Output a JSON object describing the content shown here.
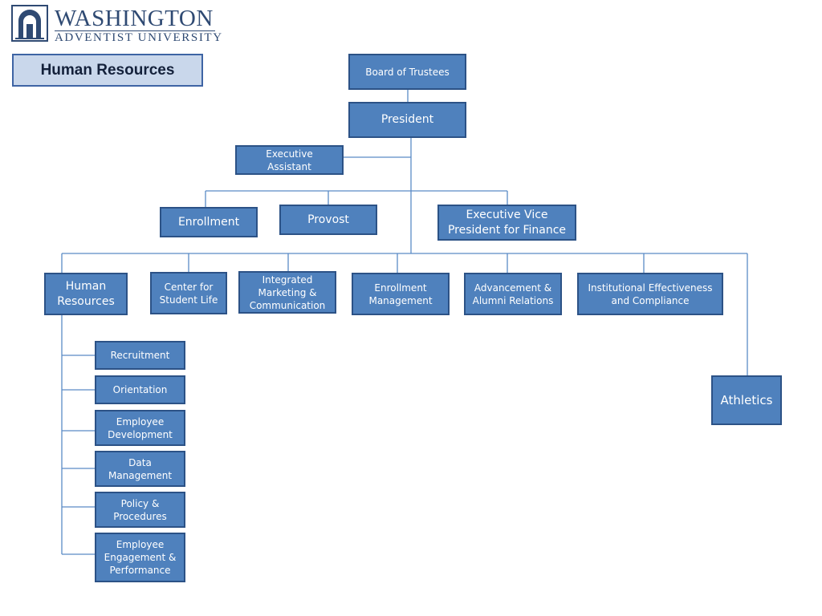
{
  "logo": {
    "line1": "WASHINGTON",
    "line2": "ADVENTIST UNIVERSITY",
    "icon": "arch-door-icon"
  },
  "page_title": "Human Resources",
  "nodes": {
    "board": "Board of Trustees",
    "president": "President",
    "exec_assistant": "Executive\nAssistant",
    "enrollment": "Enrollment",
    "provost": "Provost",
    "evp_finance": "Executive Vice\nPresident for Finance",
    "human_resources": "Human\nResources",
    "student_life": "Center for\nStudent Life",
    "marketing": "Integrated\nMarketing &\nCommunication",
    "enrollment_mgmt": "Enrollment\nManagement",
    "advancement": "Advancement  &\nAlumni Relations",
    "institutional": "Institutional Effectiveness\nand Compliance",
    "athletics": "Athletics",
    "recruitment": "Recruitment",
    "orientation": "Orientation",
    "employee_dev": "Employee\nDevelopment",
    "data_mgmt": "Data\nManagement",
    "policy": "Policy &\nProcedures",
    "engagement": "Employee\nEngagement &\nPerformance"
  },
  "colors": {
    "node_fill": "#4f81bd",
    "node_border": "#2c5286",
    "connector": "#5b8bc5",
    "title_fill": "#c9d7eb",
    "logo": "#2f4a73"
  }
}
